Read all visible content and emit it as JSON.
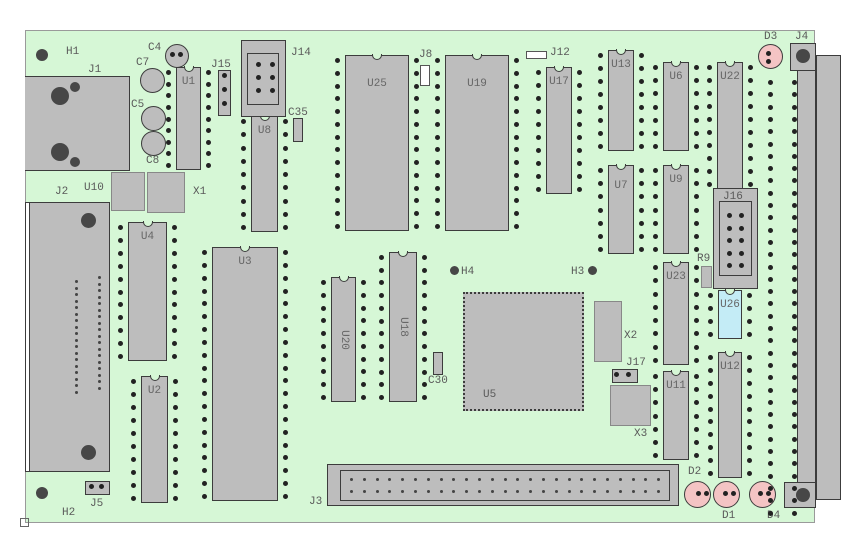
{
  "board": {
    "fill_color": "#d6f7d6",
    "part_color": "#bdbdbd",
    "led_color": "#f4c4c4",
    "highlight_color": "#c4ecf6"
  },
  "labels": {
    "H1": "H1",
    "H2": "H2",
    "H3": "H3",
    "H4": "H4",
    "J1": "J1",
    "J2": "J2",
    "J3": "J3",
    "J4": "J4",
    "J5": "J5",
    "J8": "J8",
    "J12": "J12",
    "J14": "J14",
    "J15": "J15",
    "J16": "J16",
    "J17": "J17",
    "C4": "C4",
    "C5": "C5",
    "C7": "C7",
    "C8": "C8",
    "C30": "C30",
    "C35": "C35",
    "U1": "U1",
    "U2": "U2",
    "U3": "U3",
    "U4": "U4",
    "U5": "U5",
    "U6": "U6",
    "U7": "U7",
    "U8": "U8",
    "U9": "U9",
    "U10": "U10",
    "U11": "U11",
    "U12": "U12",
    "U13": "U13",
    "U17": "U17",
    "U18": "U18",
    "U19": "U19",
    "U20": "U20",
    "U22": "U22",
    "U23": "U23",
    "U25": "U25",
    "U26": "U26",
    "X1": "X1",
    "X2": "X2",
    "X3": "X3",
    "R9": "R9",
    "D1": "D1",
    "D2": "D2",
    "D3": "D3",
    "D4": "D4"
  }
}
